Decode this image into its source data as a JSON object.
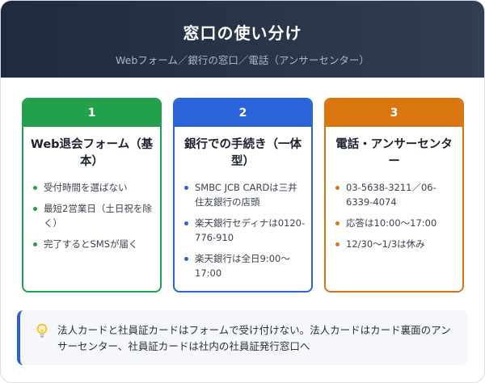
{
  "header": {
    "title": "窓口の使い分け",
    "subtitle": "Webフォーム／銀行の窓口／電話（アンサーセンター）"
  },
  "cards": [
    {
      "number": "1",
      "color": "#22a04b",
      "title": "Web退会フォーム（基本）",
      "items": [
        "受付時間を選ばない",
        "最短2営業日（土日祝を除く）",
        "完了するとSMSが届く"
      ]
    },
    {
      "number": "2",
      "color": "#2b64d8",
      "title": "銀行での手続き（一体型）",
      "items": [
        "SMBC JCB CARDは三井住友銀行の店頭",
        "楽天銀行セディナは0120-776-910",
        "楽天銀行は全日9:00〜17:00"
      ]
    },
    {
      "number": "3",
      "color": "#d9760f",
      "title": "電話・アンサーセンター",
      "items": [
        "03-5638-3211／06-6339-4074",
        "応答は10:00〜17:00",
        "12/30〜1/3は休み"
      ]
    }
  ],
  "note": {
    "icon": "lightbulb-icon",
    "text": "法人カードと社員証カードはフォームで受け付けない。法人カードはカード裏面のアンサーセンター、社員証カードは社内の社員証発行窓口へ"
  }
}
